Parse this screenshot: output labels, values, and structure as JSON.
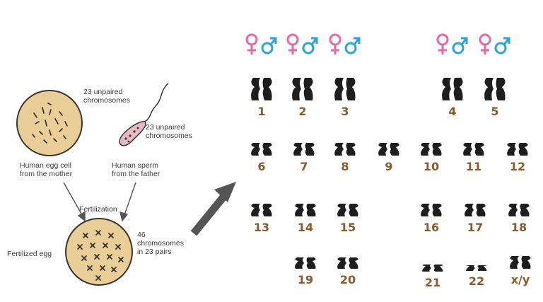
{
  "left": {
    "egg_count": "23 unpaired\nchromosomes",
    "sperm_count": "23 unpaired\nchromosomes",
    "egg_caption": "Human egg cell\nfrom the mother",
    "sperm_caption": "Human sperm\nfrom the father",
    "fertilization": "Fertilization",
    "fertilized_egg": "Fertilized egg",
    "zygote_count": "46\nchromosomes\nin 23 pairs"
  },
  "colors": {
    "cell_fill": "#e9cf97",
    "cell_stroke": "#3b3530",
    "female": "#e46aa6",
    "male": "#2ba3d8",
    "chromosome": "#1e1e1e",
    "number": "#8a5a2b",
    "arrow": "#555555"
  },
  "karyotype": [
    {
      "label": "1",
      "sex_symbols": true
    },
    {
      "label": "2",
      "sex_symbols": true
    },
    {
      "label": "3",
      "sex_symbols": true
    },
    {
      "label": "4",
      "sex_symbols": true
    },
    {
      "label": "5",
      "sex_symbols": true
    },
    {
      "label": "6"
    },
    {
      "label": "7"
    },
    {
      "label": "8"
    },
    {
      "label": "9"
    },
    {
      "label": "10"
    },
    {
      "label": "11"
    },
    {
      "label": "12"
    },
    {
      "label": "13"
    },
    {
      "label": "14"
    },
    {
      "label": "15"
    },
    {
      "label": "16"
    },
    {
      "label": "17"
    },
    {
      "label": "18"
    },
    {
      "label": "19"
    },
    {
      "label": "20"
    },
    {
      "label": "21"
    },
    {
      "label": "22"
    },
    {
      "label": "x/y"
    }
  ],
  "icons": [
    "female-symbol-icon",
    "male-symbol-icon",
    "sperm-icon",
    "arrow-icon"
  ]
}
